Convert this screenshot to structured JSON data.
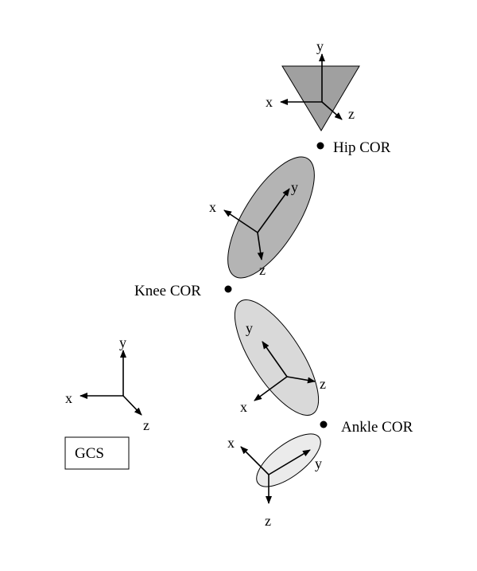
{
  "colors": {
    "pelvis_fill": "#a0a0a0",
    "thigh_fill": "#b4b4b4",
    "shank_fill": "#d9d9d9",
    "foot_fill": "#ebebeb",
    "stroke": "#000000"
  },
  "labels": {
    "hip_cor": "Hip COR",
    "knee_cor": "Knee COR",
    "ankle_cor": "Ankle COR",
    "gcs": "GCS"
  },
  "axes": {
    "pelvis": {
      "x": "x",
      "y": "y",
      "z": "z"
    },
    "thigh": {
      "x": "x",
      "y": "y",
      "z": "z"
    },
    "shank": {
      "x": "x",
      "y": "y",
      "z": "z"
    },
    "foot": {
      "x": "x",
      "y": "y",
      "z": "z"
    },
    "gcs": {
      "x": "x",
      "y": "y",
      "z": "z"
    }
  }
}
